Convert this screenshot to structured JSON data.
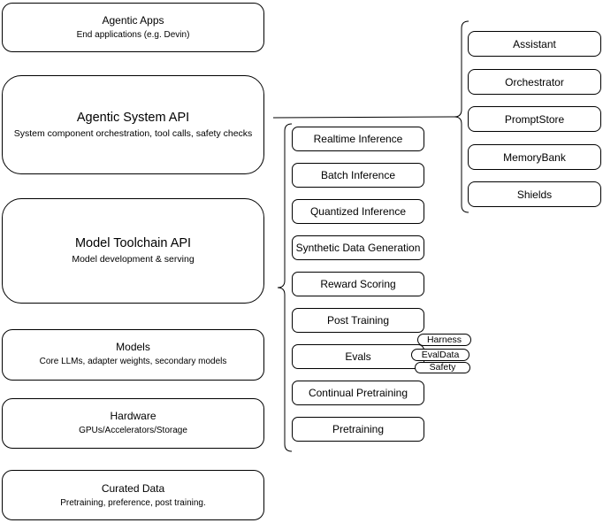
{
  "stack": {
    "agentic_apps": {
      "title": "Agentic Apps",
      "subtitle": "End applications (e.g. Devin)"
    },
    "agentic_system_api": {
      "title": "Agentic System API",
      "subtitle": "System component orchestration, tool calls, safety checks"
    },
    "model_toolchain_api": {
      "title": "Model Toolchain API",
      "subtitle": "Model development & serving"
    },
    "models": {
      "title": "Models",
      "subtitle": "Core LLMs, adapter weights, secondary models"
    },
    "hardware": {
      "title": "Hardware",
      "subtitle": "GPUs/Accelerators/Storage"
    },
    "curated_data": {
      "title": "Curated Data",
      "subtitle": "Pretraining, preference, post training."
    }
  },
  "toolchain_items": [
    "Realtime Inference",
    "Batch Inference",
    "Quantized Inference",
    "Synthetic Data Generation",
    "Reward Scoring",
    "Post Training",
    "Evals",
    "Continual Pretraining",
    "Pretraining"
  ],
  "evals_tags": [
    "Harness",
    "EvalData",
    "Safety"
  ],
  "system_components": [
    "Assistant",
    "Orchestrator",
    "PromptStore",
    "MemoryBank",
    "Shields"
  ],
  "colors": {
    "stroke": "#000000",
    "fill": "#ffffff",
    "text": "#000000"
  }
}
